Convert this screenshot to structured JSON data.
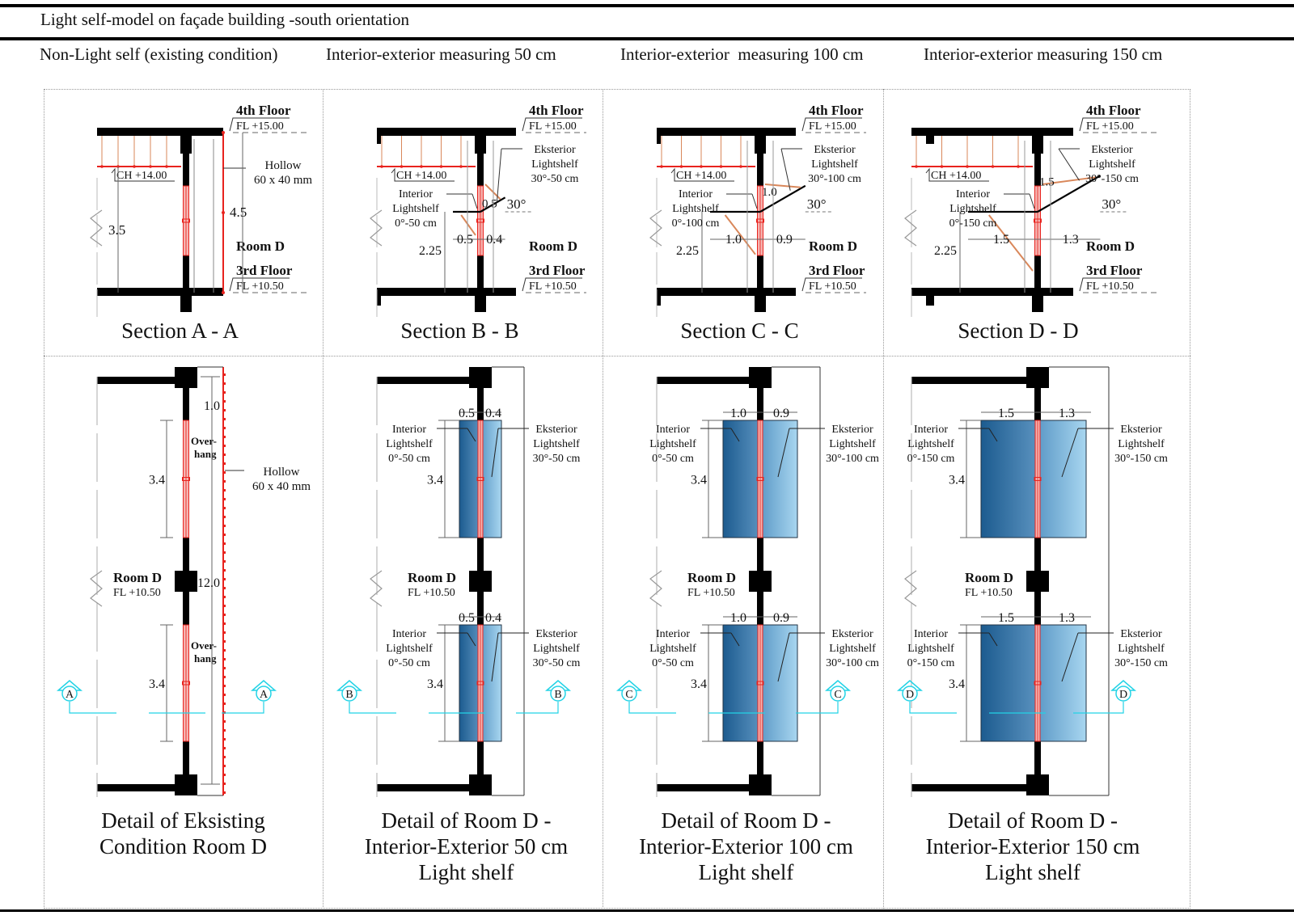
{
  "title": "Light self-model on façade building -south  orientation",
  "columns": [
    {
      "header": "Non-Light self (existing condition)"
    },
    {
      "header": "Interior-exterior measuring 50 cm"
    },
    {
      "header": "Interior-exterior  measuring 100 cm"
    },
    {
      "header": "Interior-exterior measuring 150 cm"
    }
  ],
  "sections": [
    {
      "caption": "Section A - A",
      "upper_floor": "4th Floor",
      "upper_fl": "FL +15.00",
      "ceiling": "CH +14.00",
      "room": "Room D",
      "lower_floor": "3rd Floor",
      "lower_fl": "FL +10.50",
      "room_height": "3.5",
      "overhang_height": "4.5",
      "hollow_label": "Hollow",
      "hollow_size": "60 x 40 mm"
    },
    {
      "caption": "Section B - B",
      "upper_floor": "4th Floor",
      "upper_fl": "FL +15.00",
      "ceiling": "CH +14.00",
      "room": "Room D",
      "lower_floor": "3rd Floor",
      "lower_fl": "FL +10.50",
      "shelf_height": "2.25",
      "interior_label": "Interior",
      "interior_label2": "Lightshelf",
      "interior_spec": "0°-50 cm",
      "exterior_label": "Eksterior",
      "exterior_label2": "Lightshelf",
      "exterior_spec": "30°-50 cm",
      "angle": "30°",
      "ext_length": "0.5",
      "int_width": "0.5",
      "ext_width": "0.4"
    },
    {
      "caption": "Section C - C",
      "upper_floor": "4th Floor",
      "upper_fl": "FL +15.00",
      "ceiling": "CH +14.00",
      "room": "Room D",
      "lower_floor": "3rd Floor",
      "lower_fl": "FL +10.50",
      "shelf_height": "2.25",
      "interior_label": "Interior",
      "interior_label2": "Lightshelf",
      "interior_spec": "0°-100 cm",
      "exterior_label": "Eksterior",
      "exterior_label2": "Lightshelf",
      "exterior_spec": "30°-100 cm",
      "angle": "30°",
      "ext_length": "1.0",
      "int_width": "1.0",
      "ext_width": "0.9"
    },
    {
      "caption": "Section D - D",
      "upper_floor": "4th Floor",
      "upper_fl": "FL +15.00",
      "ceiling": "CH +14.00",
      "room": "Room D",
      "lower_floor": "3rd Floor",
      "lower_fl": "FL +10.50",
      "shelf_height": "2.25",
      "interior_label": "Interior",
      "interior_label2": "Lightshelf",
      "interior_spec": "0°-150 cm",
      "exterior_label": "Eksterior",
      "exterior_label2": "Lightshelf",
      "exterior_spec": "30°-150 cm",
      "angle": "30°",
      "ext_length": "1.5",
      "int_width": "1.5",
      "ext_width": "1.3"
    }
  ],
  "details": [
    {
      "caption": [
        "Detail of Eksisting",
        "Condition Room D"
      ],
      "room": "Room D",
      "fl": "FL +10.50",
      "top_gap": "1.0",
      "window_height": "3.4",
      "total_height": "12.0",
      "overhang": [
        "Over-",
        "hang"
      ],
      "hollow_label": "Hollow",
      "hollow_size": "60 x 40 mm",
      "section_marker": "A"
    },
    {
      "caption": [
        "Detail of Room D -",
        "Interior-Exterior 50 cm",
        "Light shelf"
      ],
      "room": "Room D",
      "fl": "FL +10.50",
      "window_height": "3.4",
      "int_width": "0.5",
      "ext_width": "0.4",
      "interior_label": "Interior",
      "interior_label2": "Lightshelf",
      "interior_spec": "0°-50 cm",
      "exterior_label": "Eksterior",
      "exterior_label2": "Lightshelf",
      "exterior_spec": "30°-50 cm",
      "section_marker": "B"
    },
    {
      "caption": [
        "Detail of Room D -",
        "Interior-Exterior 100 cm",
        "Light shelf"
      ],
      "room": "Room D",
      "fl": "FL +10.50",
      "window_height": "3.4",
      "int_width": "1.0",
      "ext_width": "0.9",
      "interior_label": "Interior",
      "interior_label2": "Lightshelf",
      "interior_spec": "0°-50 cm",
      "exterior_label": "Eksterior",
      "exterior_label2": "Lightshelf",
      "exterior_spec": "30°-100 cm",
      "section_marker": "C"
    },
    {
      "caption": [
        "Detail of Room D -",
        "Interior-Exterior 150 cm",
        "Light shelf"
      ],
      "room": "Room D",
      "fl": "FL +10.50",
      "window_height": "3.4",
      "int_width": "1.5",
      "ext_width": "1.3",
      "interior_label": "Interior",
      "interior_label2": "Lightshelf",
      "interior_spec": "0°-150 cm",
      "exterior_label": "Eksterior",
      "exterior_label2": "Lightshelf",
      "exterior_spec": "30°-150 cm",
      "section_marker": "D"
    }
  ],
  "colors": {
    "structure": "#000000",
    "glazing": "#e8231e",
    "ceiling_hangers": "#d9875a",
    "shelf_interior": "#1c5b8f",
    "shelf_exterior": "#a8d6f0",
    "section_marker": "#22d3e6",
    "dimension": "#555555"
  }
}
